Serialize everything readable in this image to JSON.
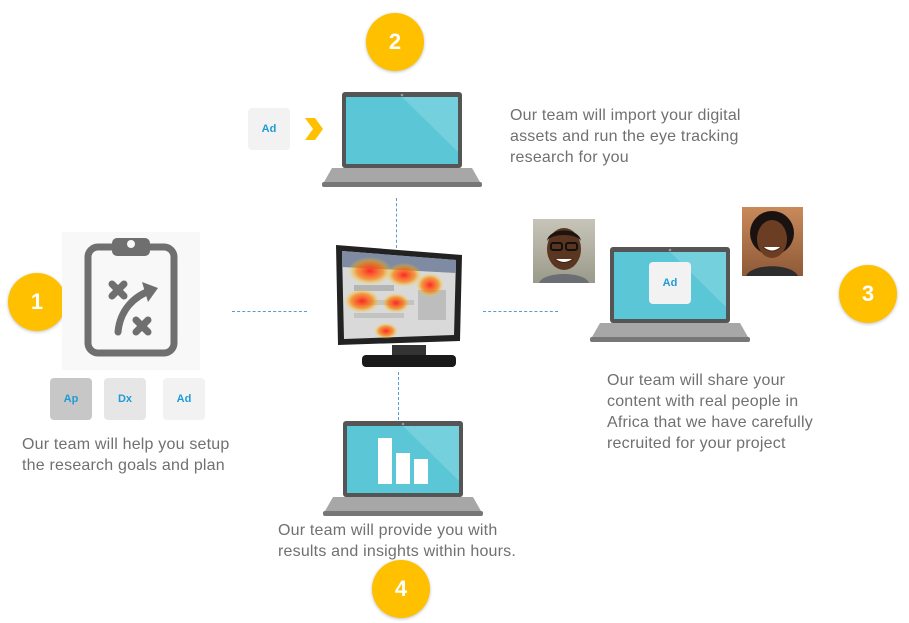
{
  "colors": {
    "badge": "#ffc000",
    "screen": "#5bc6d6",
    "tile_text": "#1f9bd7",
    "tile_bg": "#f2f2f2",
    "tile_bg_dark": "#c7c7c7",
    "icon_gray": "#6f6f6f",
    "connector": "#5b9bd5",
    "text": "#707070"
  },
  "steps": [
    {
      "number": "1",
      "text_lines": [
        "Our team will help you setup",
        "the research goals and plan"
      ],
      "tiles": [
        "Ap",
        "Dx",
        "Ad"
      ],
      "icon": "strategy-clipboard-icon"
    },
    {
      "number": "2",
      "text_lines": [
        "Our team will import your digital",
        "assets and run the eye tracking",
        "research for you"
      ],
      "tile": "Ad",
      "icon": "laptop-icon"
    },
    {
      "number": "3",
      "text_lines": [
        "Our team will share your",
        "content with real people in",
        "Africa that we have carefully",
        "recruited for your project"
      ],
      "tile": "Ad",
      "icon": "laptop-icon"
    },
    {
      "number": "4",
      "text_lines": [
        "Our team will provide you with",
        "results and insights within hours."
      ],
      "icon": "laptop-bar-chart-icon"
    }
  ],
  "center": {
    "icon": "heatmap-monitor-icon"
  }
}
